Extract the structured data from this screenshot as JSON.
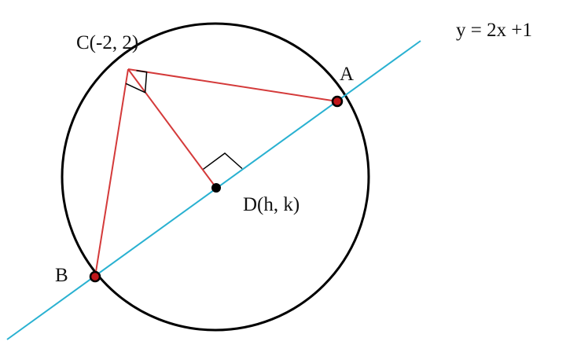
{
  "labels": {
    "line_equation": "y = 2x +1",
    "point_c": "C(-2, 2)",
    "point_a": "A",
    "point_b": "B",
    "point_d": "D(h, k)"
  },
  "colors": {
    "circle": "#000000",
    "line": "#29b1d1",
    "segments": "#d43a3a",
    "points": "#000000",
    "point_on_circle_fill": "#c0171b"
  }
}
